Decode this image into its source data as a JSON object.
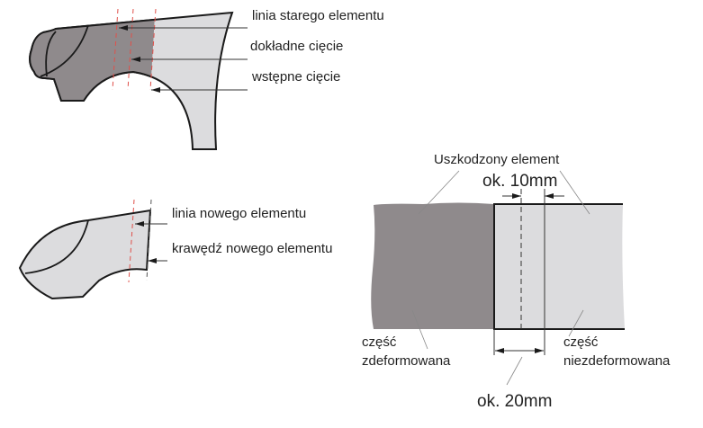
{
  "colors": {
    "damaged": "#8f8a8c",
    "new_part": "#dcdcde",
    "cut_line": "#e0504a",
    "outline": "#1a1a1a"
  },
  "top_fender": {
    "old_element_line": "linia starego elementu",
    "precise_cut": "dokładne cięcie",
    "preliminary_cut": "wstępne cięcie"
  },
  "new_part": {
    "new_element_line": "linia nowego elementu",
    "new_element_edge": "krawędź nowego elementu"
  },
  "section": {
    "damaged_element": "Uszkodzony element",
    "dim_10": "ok. 10mm",
    "dim_20": "ok. 20mm",
    "deformed_1": "część",
    "deformed_2": "zdeformowana",
    "undeformed_1": "część",
    "undeformed_2": "niezdeformowana"
  }
}
